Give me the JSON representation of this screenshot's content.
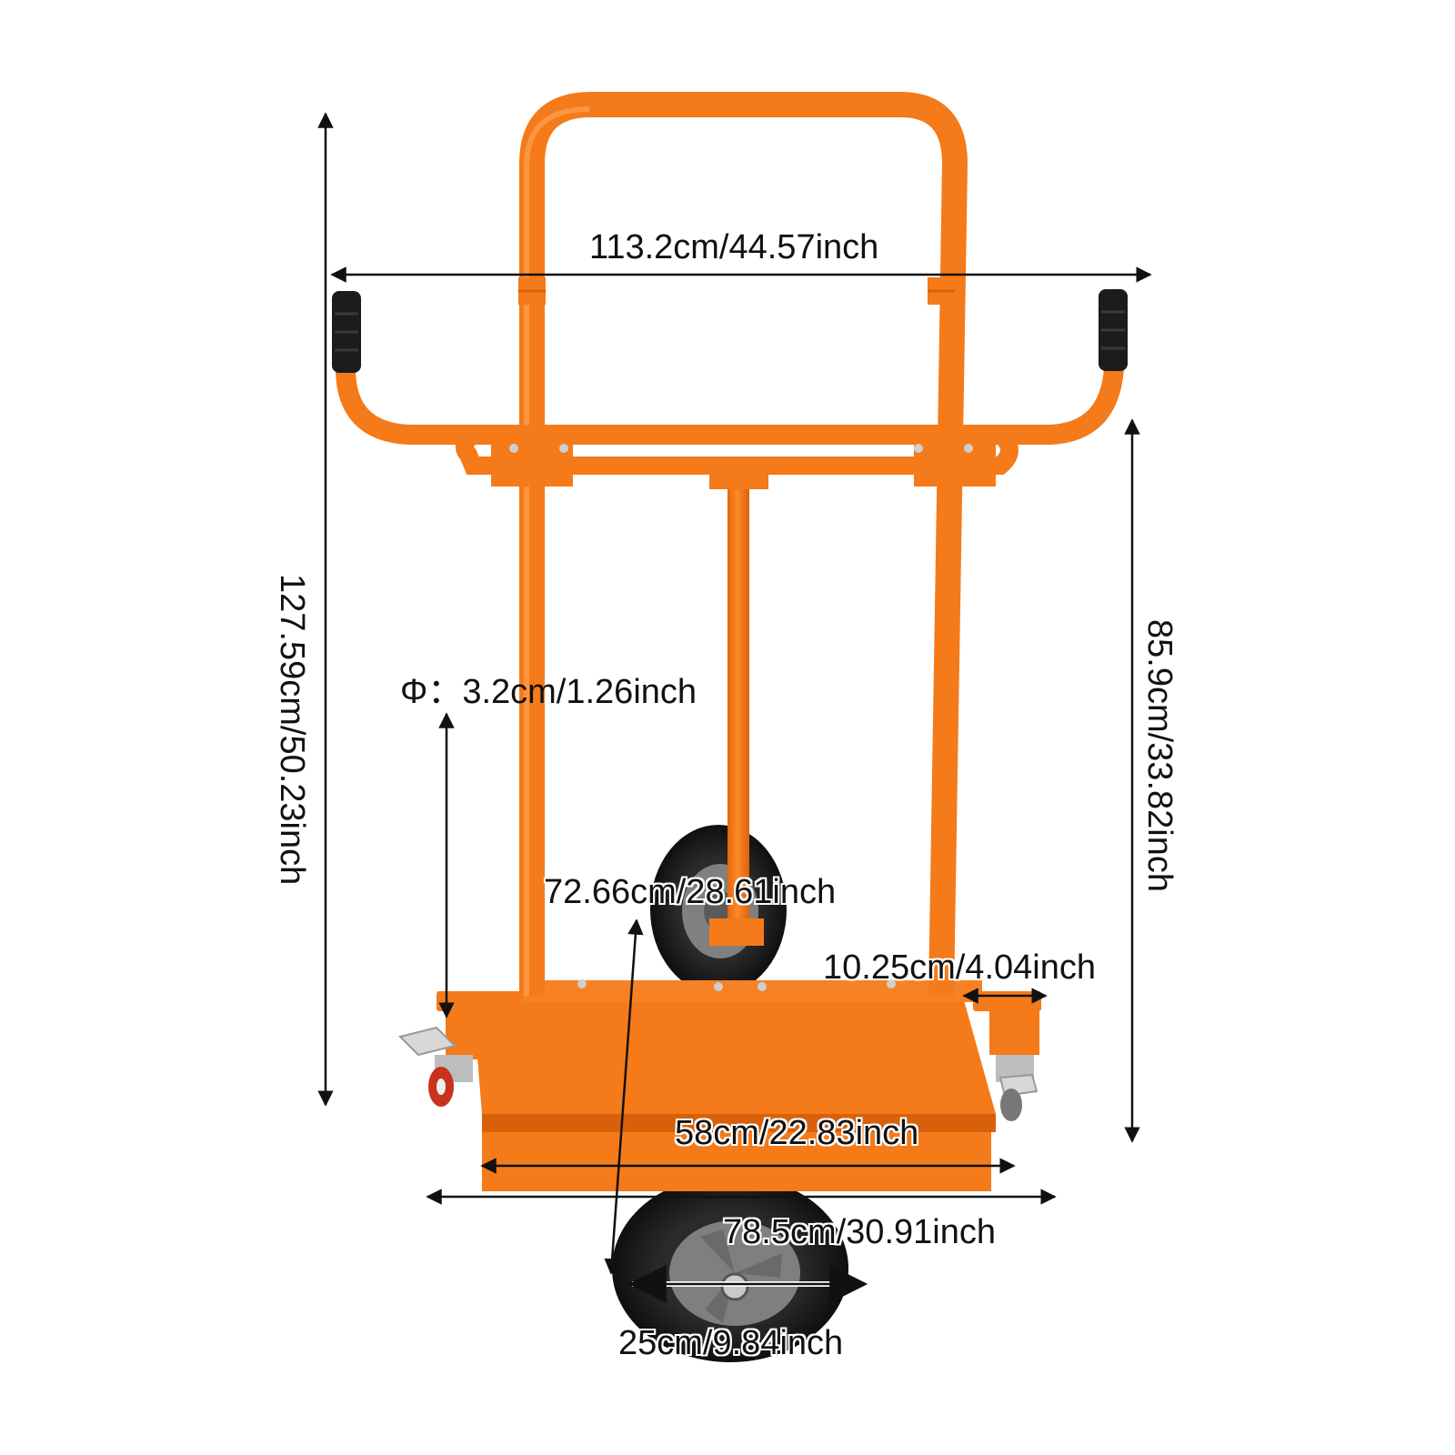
{
  "dimensions": {
    "overall_width": "113.2cm/44.57inch",
    "overall_height": "127.59cm/50.23inch",
    "handle_height": "85.9cm/33.82inch",
    "tube_diameter": "Φ：3.2cm/1.26inch",
    "frame_height": "72.66cm/28.61inch",
    "caster_offset": "10.25cm/4.04inch",
    "base_width": "58cm/22.83inch",
    "total_base_width": "78.5cm/30.91inch",
    "wheel_diameter": "25cm/9.84inch"
  },
  "colors": {
    "frame": "#f47a1a",
    "frame_shadow": "#d9600a",
    "grip": "#1c1c1c",
    "tire": "#1a1a1a",
    "hub": "#7f7f7f",
    "caster_wheel": "#c8321e",
    "arrow": "#111111"
  }
}
